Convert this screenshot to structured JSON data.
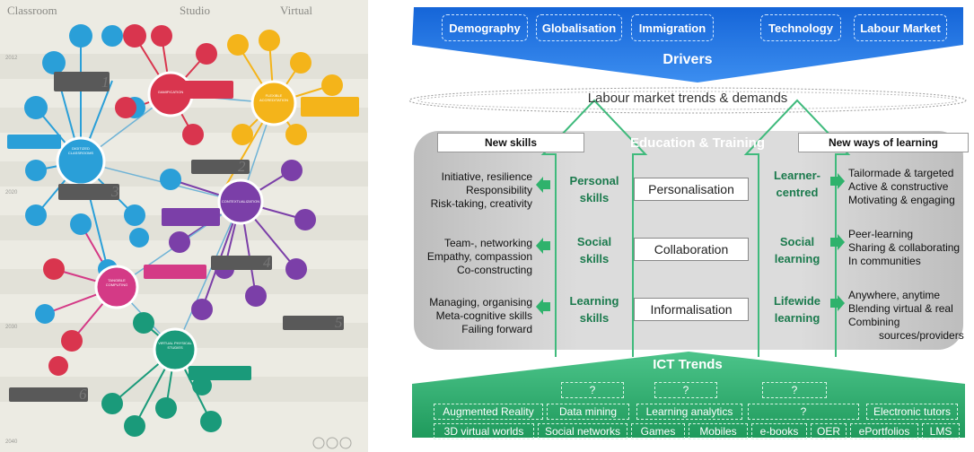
{
  "left": {
    "columns": [
      "Classroom",
      "Studio",
      "Virtual"
    ],
    "years": [
      "2012",
      "2020",
      "2030",
      "2040"
    ],
    "numbers": [
      "1",
      "2",
      "3",
      "4",
      "5",
      "6"
    ],
    "hub_labels": [
      "GAMIFICATION",
      "DIGITIZED CLASSROOMS",
      "CONTEXTUALIZATION",
      "FLEXIBLE ACCREDITATION",
      "TANGIBLE COMPUTING",
      "VIRTUAL PHYSICAL STUDIES"
    ]
  },
  "right": {
    "drivers": [
      "Demography",
      "Globalisation",
      "Immigration",
      "Technology",
      "Labour Market"
    ],
    "drivers_title": "Drivers",
    "labour_market_title": "Labour market trends & demands",
    "new_skills_title": "New skills",
    "education_title": "Education & Training",
    "new_ways_title": "New ways of learning",
    "skills_lines": [
      [
        "Initiative, resilience",
        "Responsibility",
        "Risk-taking, creativity"
      ],
      [
        "Team-, networking",
        "Empathy, compassion",
        "Co-constructing"
      ],
      [
        "Managing, organising",
        "Meta-cognitive skills",
        "Failing forward"
      ]
    ],
    "skill_labels": [
      [
        "Personal",
        "skills"
      ],
      [
        "Social",
        "skills"
      ],
      [
        "Learning",
        "skills"
      ]
    ],
    "center_boxes": [
      "Personalisation",
      "Collaboration",
      "Informalisation"
    ],
    "learning_labels": [
      [
        "Learner-",
        "centred"
      ],
      [
        "Social",
        "learning"
      ],
      [
        "Lifewide",
        "learning"
      ]
    ],
    "ways_lines": [
      [
        "Tailormade & targeted",
        "Active & constructive",
        "Motivating & engaging"
      ],
      [
        "Peer-learning",
        "Sharing & collaborating",
        "In communities"
      ],
      [
        "Anywhere, anytime",
        "Blending virtual & real",
        "Combining",
        "sources/providers"
      ]
    ],
    "ict_title": "ICT Trends",
    "question_boxes": [
      "?",
      "?",
      "?"
    ],
    "ict_row1": [
      "Augmented Reality",
      "Data mining",
      "Learning analytics",
      "?",
      "Electronic tutors"
    ],
    "ict_row2": [
      "3D virtual worlds",
      "Social networks",
      "Games",
      "Mobiles",
      "e-books",
      "OER",
      "ePortfolios",
      "LMS"
    ]
  },
  "colors": {
    "drivers_blue": "#1f6fd6",
    "ict_green": "#2ea56a",
    "panel_gray": "#9a9a9a",
    "green_text": "#1b7a4d",
    "bubble_blue": "#2a9fd8",
    "bubble_red": "#d9354e",
    "bubble_yellow": "#f4b41a",
    "bubble_purple": "#7b3fa8",
    "bubble_pink": "#d43a86",
    "bubble_teal": "#1a9a7a"
  }
}
